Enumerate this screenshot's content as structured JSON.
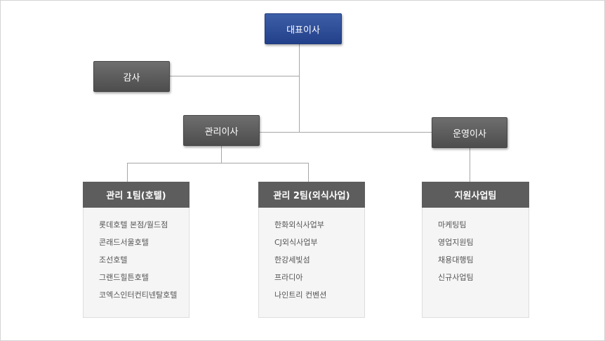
{
  "org": {
    "ceo": "대표이사",
    "auditor": "감사",
    "mgmt_director": "관리이사",
    "ops_director": "운영이사"
  },
  "teams": [
    {
      "name": "관리 1팀(호텔)",
      "items": [
        "롯데호텔 본점/월드점",
        "콘래드서울호텔",
        "조선호텔",
        "그랜드힐튼호텔",
        "코엑스인터컨티넨탈호텔"
      ]
    },
    {
      "name": "관리 2팀(외식사업)",
      "items": [
        "한화외식사업부",
        "CJ외식사업부",
        "한강세빛섬",
        "프라디아",
        "나인트리 컨벤션"
      ]
    },
    {
      "name": "지원사업팀",
      "items": [
        "마케팅팀",
        "영업지원팀",
        "채용대행팀",
        "신규사업팀"
      ]
    }
  ],
  "colors": {
    "ceo_box": "#2c4a96",
    "director_box": "#5d5d5d",
    "team_header": "#5d5d5d",
    "team_body": "#f5f5f5",
    "connector": "#a6a6a6"
  }
}
